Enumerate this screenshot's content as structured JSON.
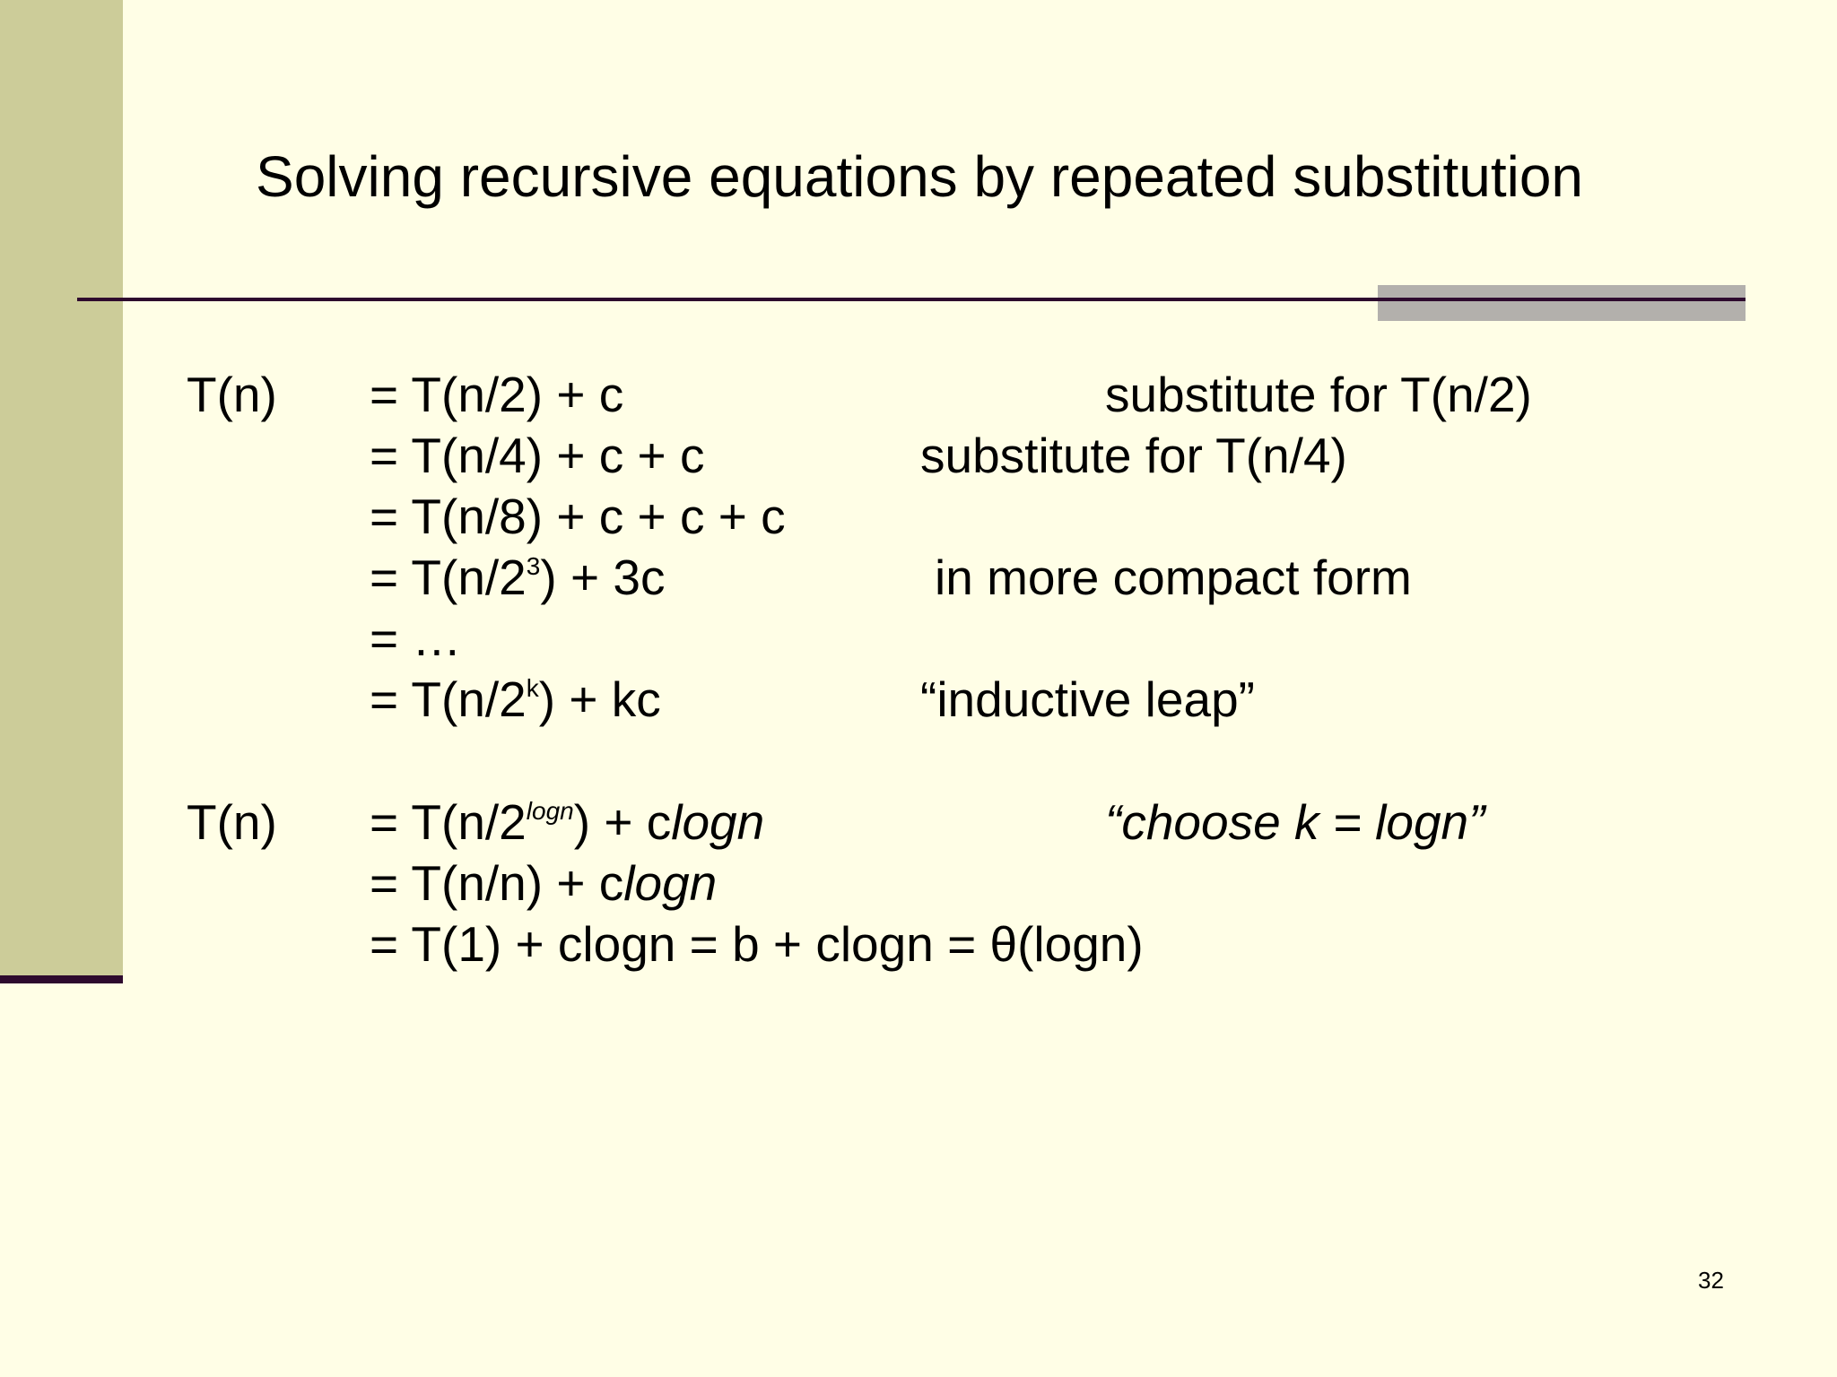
{
  "slide": {
    "title": "Solving recursive equations by repeated substitution",
    "page_number": "32"
  },
  "derivation": {
    "lhs_1": "T(n)",
    "steps_1": [
      {
        "pre": "= T(n/2) + c",
        "note": "substitute for T(n/2)"
      },
      {
        "pre": "= T(n/4) + c + c",
        "note": "substitute for T(n/4)"
      },
      {
        "pre": "= T(n/8) + c + c + c",
        "note": ""
      },
      {
        "pre": "= T(n/2",
        "sup": "3",
        "post": ") + 3c",
        "note": "in more compact form"
      },
      {
        "pre": "= …",
        "note": ""
      },
      {
        "pre": "= T(n/2",
        "sup": "k",
        "post": ") + kc",
        "note": "“inductive leap”"
      }
    ],
    "lhs_2": "T(n)",
    "steps_2": [
      {
        "pre": "= T(n/2",
        "sup": "logn",
        "mid": ") + c",
        "ital": "logn",
        "note": "“choose k = logn”"
      },
      {
        "pre": "= T(n/n) + c",
        "ital": "logn"
      },
      {
        "pre": "= T(1) + clogn = b + clogn = θ(logn)"
      }
    ]
  }
}
